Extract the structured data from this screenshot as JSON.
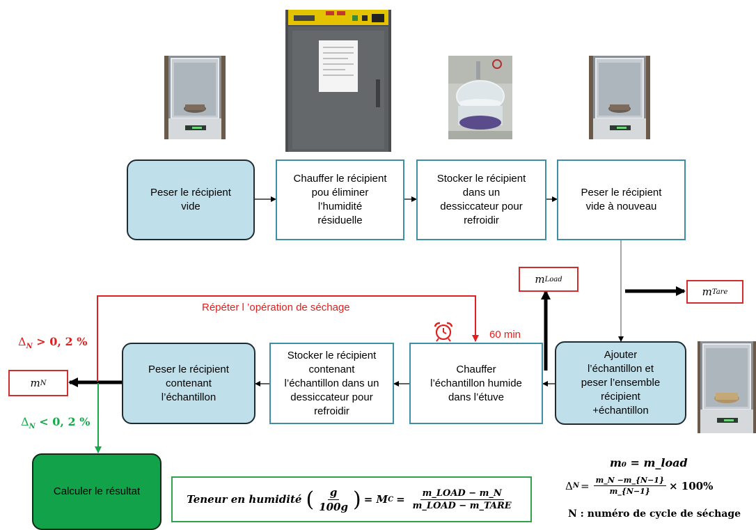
{
  "steps": {
    "weigh_empty": "Peser le récipient vide",
    "heat_container": [
      "Chauffer le récipient",
      "pou éliminer",
      "l’humidité",
      "résiduelle"
    ],
    "store_container": [
      "Stocker le récipient",
      "dans un",
      "dessiccateur pour",
      "refroidir"
    ],
    "weigh_empty_again": [
      "Peser le récipient",
      "vide à nouveau"
    ],
    "add_sample": [
      "Ajouter",
      "l’échantillon et",
      "peser l’ensemble",
      "récipient",
      "+échantillon"
    ],
    "heat_sample": [
      "Chauffer",
      "l’échantillon humide",
      "dans l’étuve"
    ],
    "store_sample": [
      "Stocker le récipient",
      "contenant",
      "l’échantillon dans un",
      "dessiccateur pour",
      "refroidir"
    ],
    "weigh_sample": [
      "Peser le récipient",
      "contenant",
      "l’échantillon"
    ],
    "compute_result": "Calculer le résultat"
  },
  "outputs": {
    "m_load": {
      "base": "m",
      "sub": "Load"
    },
    "m_tare": {
      "base": "m",
      "sub": "Tare"
    },
    "m_n": {
      "base": "m",
      "sub": "N"
    }
  },
  "annotations": {
    "repeat_label": "Répéter l ’opération de séchage",
    "duration": "60 min",
    "delta_gt": "> 0, 2 %",
    "delta_lt": "< 0, 2 %",
    "delta_symbol": "Δ",
    "delta_sub": "N"
  },
  "formulas": {
    "moisture_lhs": "Teneur en humidité",
    "unit_num": "g",
    "unit_den": "100g",
    "equals_mc": "= M",
    "mc_sub": "C",
    "main_num": "m_LOAD − m_N",
    "main_den": "m_LOAD − m_TARE",
    "m0_line": "m₀ = m_load",
    "delta_lhs": "Δ",
    "delta_lhs_sub": "N",
    "delta_num": "m_N −m_{N−1}",
    "delta_den": "m_{N−1}",
    "delta_rhs": "× 100%",
    "cycle_note": "N : numéro de cycle de séchage"
  },
  "colors": {
    "blue_fill": "#bfe0ea",
    "teal_border": "#3f8ea6",
    "green_fill": "#12a34a",
    "red": "#e02020",
    "green_text": "#17a84b"
  },
  "icons": [
    "balance-photo",
    "oven-photo",
    "desiccator-photo",
    "balance-photo",
    "balance-with-sample-photo",
    "alarm-clock-icon"
  ]
}
